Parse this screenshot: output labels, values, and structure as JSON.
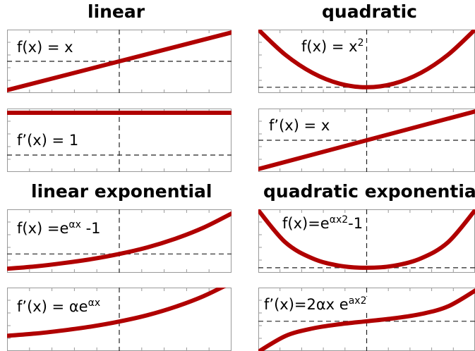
{
  "chart_data": [
    {
      "type": "line",
      "title": "linear",
      "id": "linear-f",
      "xlabel": "",
      "ylabel": "",
      "xlim": [
        -1,
        1
      ],
      "ylim": [
        -1.1,
        1.1
      ],
      "x": [
        -1,
        1
      ],
      "y": [
        -1,
        1
      ],
      "ref_lines": {
        "x": 0,
        "y": 0
      },
      "annotation": {
        "main": "f(x) = x",
        "sup": "",
        "tail": ""
      },
      "grid": false,
      "series_color": "#b00000"
    },
    {
      "type": "line",
      "title": "",
      "id": "linear-fprime",
      "xlabel": "",
      "ylabel": "",
      "xlim": [
        -1,
        1
      ],
      "ylim": [
        -0.4,
        1.1
      ],
      "x": [
        -1,
        1
      ],
      "y": [
        1,
        1
      ],
      "ref_lines": {
        "x": 0,
        "y": 0
      },
      "annotation": {
        "main": "f’(x) = 1",
        "sup": "",
        "tail": ""
      },
      "grid": false,
      "series_color": "#b00000"
    },
    {
      "type": "line",
      "title": "quadratic",
      "id": "quadratic-f",
      "xlabel": "",
      "ylabel": "",
      "xlim": [
        -1,
        1
      ],
      "ylim": [
        -0.1,
        1.0
      ],
      "x": [
        -1,
        -0.75,
        -0.5,
        -0.25,
        0,
        0.25,
        0.5,
        0.75,
        1
      ],
      "y": [
        1,
        0.5625,
        0.25,
        0.0625,
        0,
        0.0625,
        0.25,
        0.5625,
        1
      ],
      "ref_lines": {
        "x": 0,
        "y": 0
      },
      "annotation": {
        "main": "f(x) = x",
        "sup": "2",
        "tail": ""
      },
      "grid": false,
      "series_color": "#b00000"
    },
    {
      "type": "line",
      "title": "",
      "id": "quadratic-fprime",
      "xlabel": "",
      "ylabel": "",
      "xlim": [
        -1,
        1
      ],
      "ylim": [
        -1.1,
        1.1
      ],
      "x": [
        -1,
        1
      ],
      "y": [
        -1,
        1
      ],
      "ref_lines": {
        "x": 0,
        "y": 0
      },
      "annotation": {
        "main": "f’(x) = x",
        "sup": "",
        "tail": ""
      },
      "grid": false,
      "series_color": "#b00000"
    },
    {
      "type": "line",
      "title": "linear exponential",
      "id": "linexp-f",
      "xlabel": "",
      "ylabel": "",
      "xlim": [
        -1,
        1
      ],
      "ylim": [
        -0.8,
        1.9
      ],
      "x": [
        -1,
        -0.75,
        -0.5,
        -0.25,
        0,
        0.25,
        0.5,
        0.75,
        1
      ],
      "y": [
        -0.63,
        -0.53,
        -0.39,
        -0.22,
        0,
        0.28,
        0.65,
        1.12,
        1.72
      ],
      "ref_lines": {
        "x": 0,
        "y": 0
      },
      "annotation": {
        "main": "f(x) =e",
        "sup": "αx",
        "tail": " -1"
      },
      "grid": false,
      "series_color": "#b00000"
    },
    {
      "type": "line",
      "title": "",
      "id": "linexp-fprime",
      "xlabel": "",
      "ylabel": "",
      "xlim": [
        -1,
        1
      ],
      "ylim": [
        -0.3,
        2.5
      ],
      "x": [
        -1,
        -0.75,
        -0.5,
        -0.25,
        0,
        0.25,
        0.5,
        0.75,
        1
      ],
      "y": [
        0.37,
        0.47,
        0.61,
        0.78,
        1,
        1.28,
        1.65,
        2.12,
        2.72
      ],
      "ref_lines": {
        "x": 0
      },
      "annotation": {
        "main": "f’(x) = αe",
        "sup": "αx",
        "tail": ""
      },
      "grid": false,
      "series_color": "#b00000"
    },
    {
      "type": "line",
      "title": "quadratic exponential",
      "id": "quadexp-f",
      "xlabel": "",
      "ylabel": "",
      "xlim": [
        -1,
        1
      ],
      "ylim": [
        -0.15,
        1.75
      ],
      "x": [
        -1,
        -0.75,
        -0.5,
        -0.25,
        0,
        0.25,
        0.5,
        0.75,
        1
      ],
      "y": [
        1.72,
        0.76,
        0.28,
        0.06,
        0,
        0.06,
        0.28,
        0.76,
        1.72
      ],
      "ref_lines": {
        "x": 0,
        "y": 0
      },
      "annotation": {
        "main": "f(x)=e",
        "sup": "αx2",
        "tail": "-1"
      },
      "grid": false,
      "series_color": "#b00000"
    },
    {
      "type": "line",
      "title": "",
      "id": "quadexp-fprime",
      "xlabel": "",
      "ylabel": "",
      "xlim": [
        -1,
        1
      ],
      "ylim": [
        -5.3,
        6.0
      ],
      "x": [
        -1,
        -0.75,
        -0.5,
        -0.25,
        0,
        0.25,
        0.5,
        0.75,
        1
      ],
      "y": [
        -5.44,
        -2.63,
        -1.28,
        -0.53,
        0,
        0.53,
        1.28,
        2.63,
        5.44
      ],
      "ref_lines": {
        "x": 0,
        "y": 0
      },
      "annotation": {
        "main": "f’(x)=2αx e",
        "sup": "ax2",
        "tail": ""
      },
      "grid": false,
      "series_color": "#b00000"
    }
  ]
}
